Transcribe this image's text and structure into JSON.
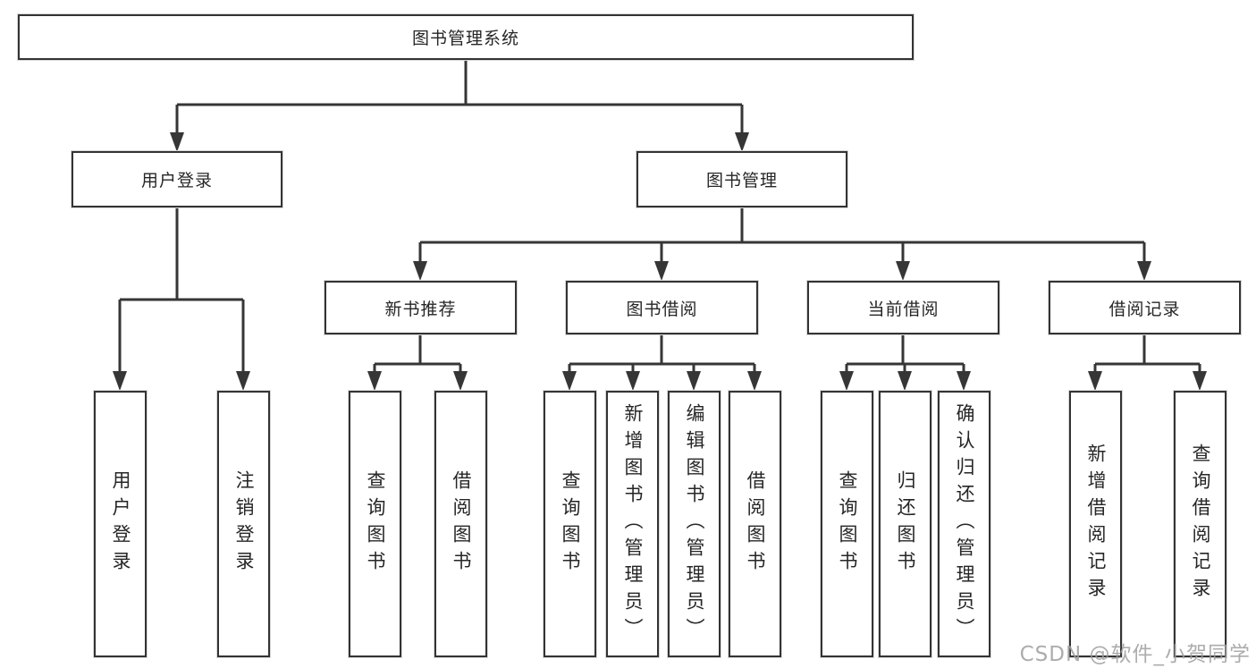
{
  "diagram": {
    "root": "图书管理系统",
    "level2": {
      "user_login": "用户登录",
      "book_management": "图书管理"
    },
    "level3": {
      "new_book_recommend": "新书推荐",
      "book_borrow": "图书借阅",
      "current_borrow": "当前借阅",
      "borrow_records": "借阅记录"
    },
    "leaves": {
      "user_login": "用户登录",
      "logout": "注销登录",
      "recommend_query_books": "查询图书",
      "recommend_borrow_books": "借阅图书",
      "borrow_query_books": "查询图书",
      "borrow_add_books": "新增图书（管理员）",
      "borrow_edit_books": "编辑图书（管理员）",
      "borrow_borrow_books": "借阅图书",
      "current_query_books": "查询图书",
      "current_return_books": "归还图书",
      "current_confirm_return": "确认归还（管理员）",
      "records_add_record": "新增借阅记录",
      "records_query_record": "查询借阅记录"
    }
  },
  "watermark": "CSDN @软件_小贺同学",
  "colors": {
    "line": "#363636",
    "box_border": "#333333",
    "box_fill": "#ffffff",
    "text": "#262626",
    "watermark": "#9e9e9e"
  }
}
